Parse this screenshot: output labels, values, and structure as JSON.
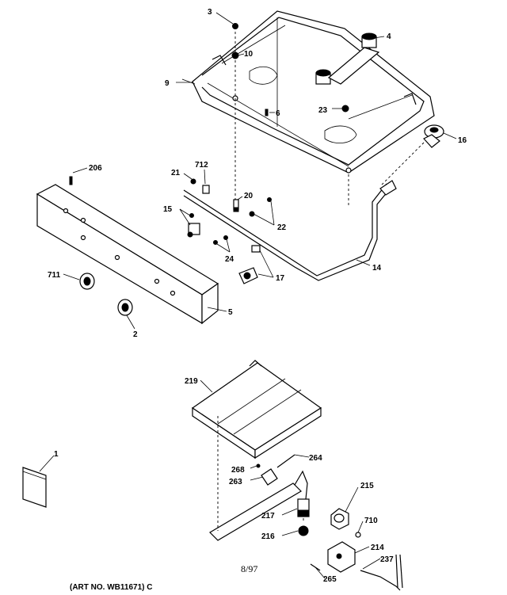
{
  "diagram": {
    "callouts": {
      "c3": "3",
      "c4": "4",
      "c10": "10",
      "c9": "9",
      "c23": "23",
      "c6": "6",
      "c16": "16",
      "c206": "206",
      "c21": "21",
      "c712": "712",
      "c20": "20",
      "c15": "15",
      "c22": "22",
      "c24": "24",
      "c17": "17",
      "c14": "14",
      "c711": "711",
      "c5": "5",
      "c2": "2",
      "c219": "219",
      "c1": "1",
      "c268": "268",
      "c264": "264",
      "c263": "263",
      "c215": "215",
      "c217": "217",
      "c710": "710",
      "c216": "216",
      "c214": "214",
      "c237": "237",
      "c265": "265"
    },
    "date_mark": "8/97",
    "art_number": "(ART NO. WB11671) C"
  }
}
